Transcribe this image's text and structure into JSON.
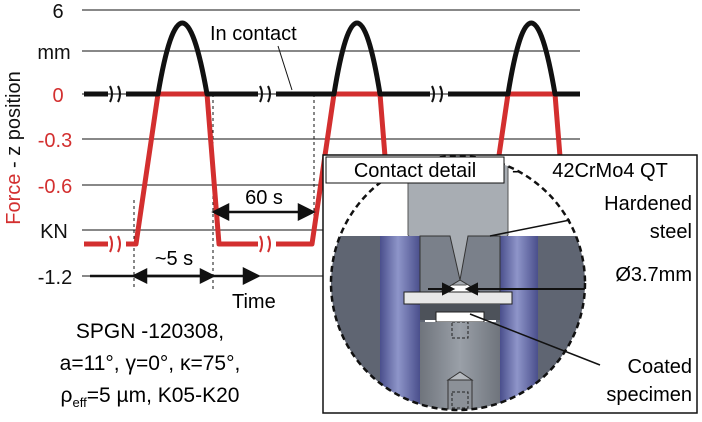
{
  "y_axis": {
    "label_parts": [
      {
        "text": "Force",
        "color": "#d32f2f"
      },
      {
        "text": " - z position",
        "color": "#111111"
      }
    ],
    "ticks": [
      {
        "text": "6",
        "color": "#111111"
      },
      {
        "text": "mm",
        "color": "#111111"
      },
      {
        "text": "0",
        "color": "#111111"
      },
      {
        "text": "-0.3",
        "color": "#d32f2f"
      },
      {
        "text": "-0.6",
        "color": "#d32f2f"
      },
      {
        "text": "KN",
        "color": "#d32f2f"
      },
      {
        "text": "-1.2",
        "color": "#111111"
      }
    ]
  },
  "x_axis": {
    "label": "Time"
  },
  "annotations": {
    "in_contact": "In contact",
    "period": "60 s",
    "pulse": "~5 s"
  },
  "tool_spec": {
    "line1": "SPGN -120308,",
    "line2": "a=11°, γ=0°, κ=75°,",
    "line3_prefix": "ρ",
    "line3_sub": "eff",
    "line3_rest": "=5 µm, K05-K20"
  },
  "detail": {
    "title": "Contact detail",
    "material": "42CrMo4 QT",
    "hardened_label_1": "Hardened",
    "hardened_label_2": "steel",
    "diameter": "Ø3.7mm",
    "specimen_label_1": "Coated",
    "specimen_label_2": "specimen"
  },
  "colors": {
    "position_curve": "#111111",
    "force_curve": "#d32f2f",
    "steel_blue": "#6e76a6",
    "steel_grey": "#8a9098"
  }
}
